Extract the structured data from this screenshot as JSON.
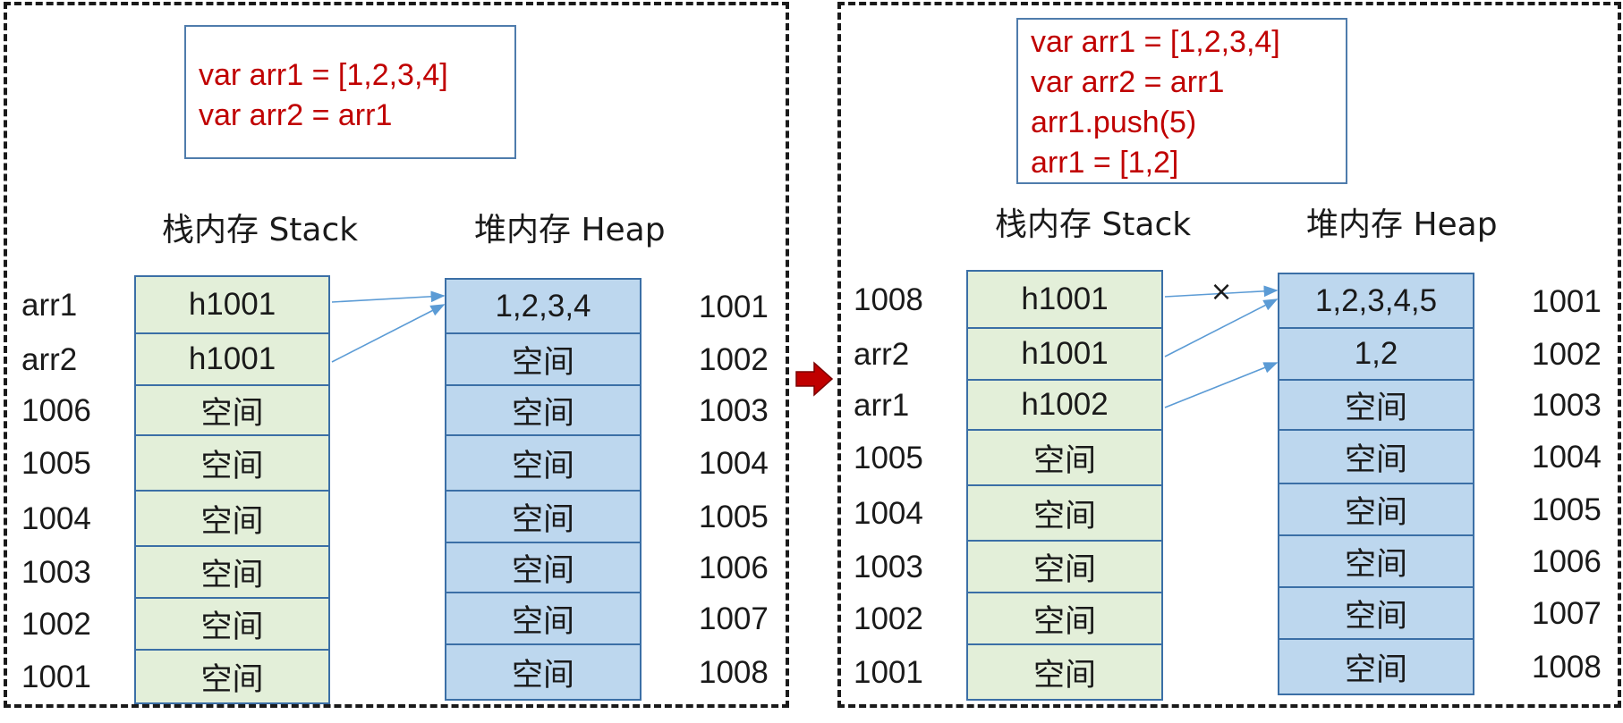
{
  "panels": [
    {
      "code": [
        "var arr1 = [1,2,3,4]",
        "var arr2 = arr1"
      ],
      "stack_title": "栈内存 Stack",
      "heap_title": "堆内存 Heap",
      "stack_labels": [
        "arr1",
        "arr2",
        "1006",
        "1005",
        "1004",
        "1003",
        "1002",
        "1001"
      ],
      "stack_cells": [
        "h1001",
        "h1001",
        "空间",
        "空间",
        "空间",
        "空间",
        "空间",
        "空间"
      ],
      "heap_cells": [
        "1,2,3,4",
        "空间",
        "空间",
        "空间",
        "空间",
        "空间",
        "空间",
        "空间"
      ],
      "heap_labels": [
        "1001",
        "1002",
        "1003",
        "1004",
        "1005",
        "1006",
        "1007",
        "1008"
      ],
      "pointers": [
        {
          "from_stack_row": 0,
          "to_heap_row": 0,
          "broken": false
        },
        {
          "from_stack_row": 1,
          "to_heap_row": 0,
          "broken": false
        }
      ]
    },
    {
      "code": [
        "var arr1 = [1,2,3,4]",
        "var arr2 = arr1",
        "arr1.push(5)",
        "arr1 = [1,2]"
      ],
      "stack_title": "栈内存 Stack",
      "heap_title": "堆内存 Heap",
      "stack_labels": [
        "1008",
        "arr2",
        "arr1",
        "1005",
        "1004",
        "1003",
        "1002",
        "1001"
      ],
      "stack_cells": [
        "h1001",
        "h1001",
        "h1002",
        "空间",
        "空间",
        "空间",
        "空间",
        "空间"
      ],
      "heap_cells": [
        "1,2,3,4,5",
        "1,2",
        "空间",
        "空间",
        "空间",
        "空间",
        "空间",
        "空间"
      ],
      "heap_labels": [
        "1001",
        "1002",
        "1003",
        "1004",
        "1005",
        "1006",
        "1007",
        "1008"
      ],
      "pointers": [
        {
          "from_stack_row": 0,
          "to_heap_row": 0,
          "broken": true
        },
        {
          "from_stack_row": 1,
          "to_heap_row": 0,
          "broken": false
        },
        {
          "from_stack_row": 2,
          "to_heap_row": 1,
          "broken": false
        }
      ],
      "broken_mark": "×"
    }
  ],
  "colors": {
    "code_text": "#c00000",
    "stack_fill": "#e3efd9",
    "heap_fill": "#bdd7ee",
    "cell_border": "#3b6fa6",
    "pointer": "#5b9bd5",
    "transition_arrow": "#c00000"
  },
  "transition_icon": "right-arrow-icon"
}
